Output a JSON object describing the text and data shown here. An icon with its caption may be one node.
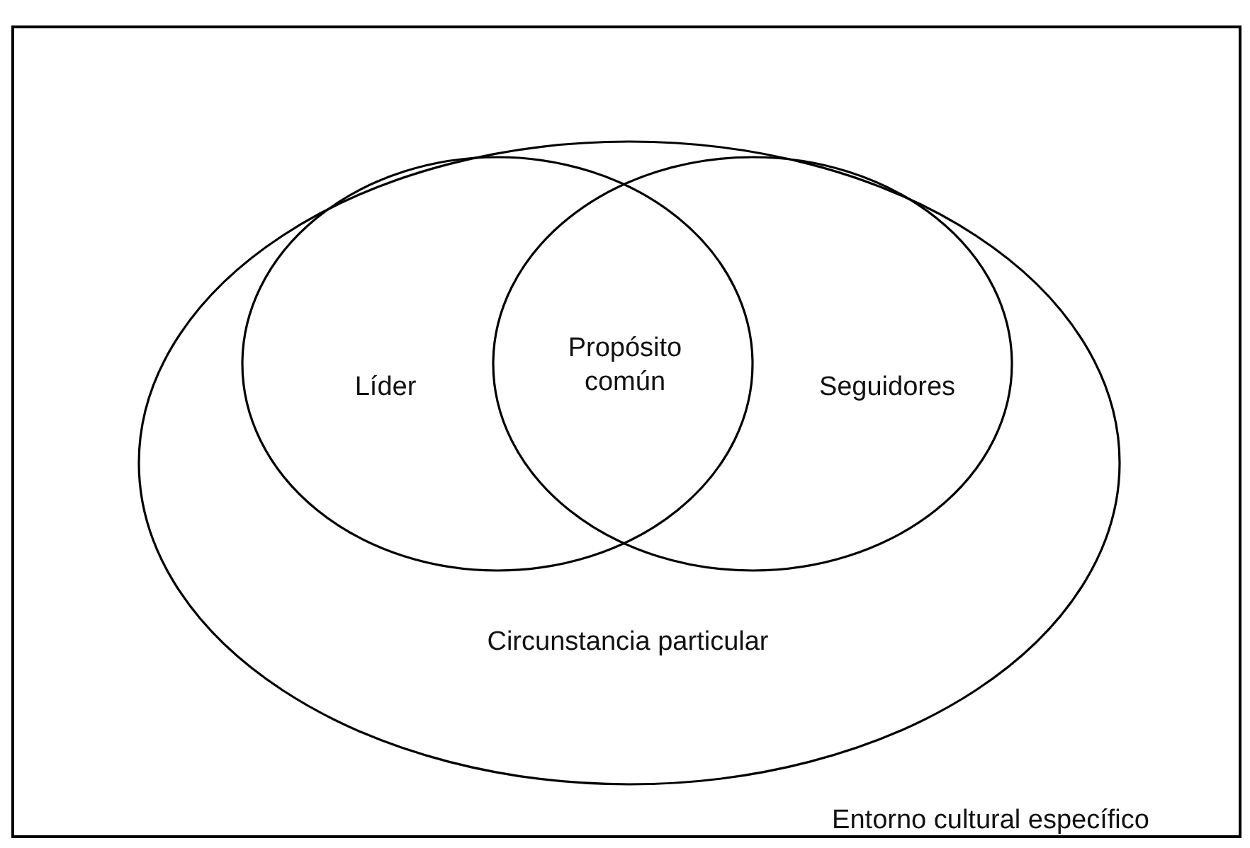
{
  "diagram": {
    "nodes": [
      {
        "text": [
          "Entorno cultural específico"
        ]
      },
      {
        "text": [
          "Circunstancia particular"
        ],
        "in": 0
      },
      {
        "text": [
          "Líder"
        ],
        "in": 1
      },
      {
        "text": [
          "Seguidores"
        ],
        "in": 1
      }
    ],
    "labels": [
      "Propósito común"
    ]
  }
}
